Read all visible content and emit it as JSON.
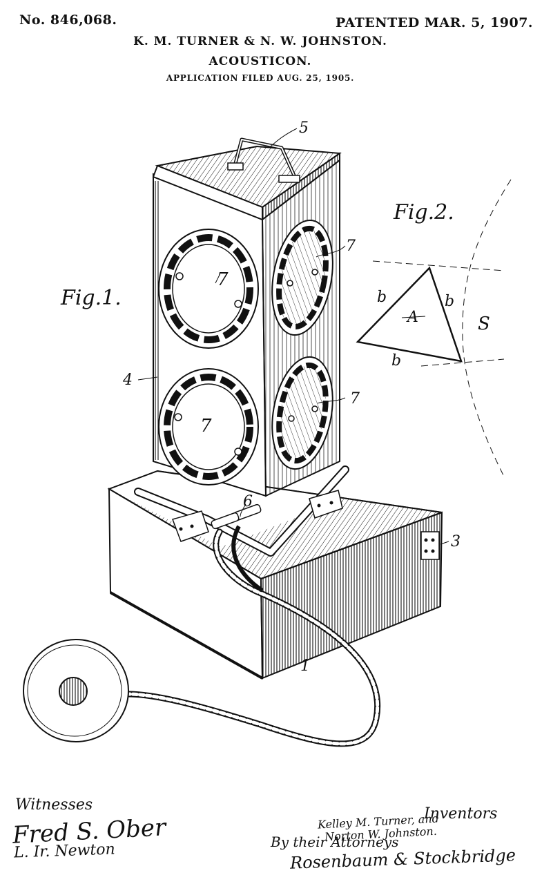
{
  "header": {
    "patent_number": "No. 846,068.",
    "patent_date": "PATENTED MAR. 5, 1907.",
    "inventors_line": "K. M. TURNER & N. W. JOHNSTON.",
    "invention_title": "ACOUSTICON.",
    "application_filed": "APPLICATION FILED AUG. 25, 1905."
  },
  "figures": {
    "fig1_label": "Fig.1.",
    "fig2_label": "Fig.2.",
    "fig1_refs": [
      "5",
      "7",
      "7",
      "4",
      "7",
      "7",
      "6",
      "3",
      "1"
    ],
    "fig2_refs": [
      "b",
      "b",
      "b",
      "A",
      "S"
    ]
  },
  "signatures": {
    "witnesses_heading": "Witnesses",
    "witness_1": "Fred S. Ober",
    "witness_2": "L. Ir. Newton",
    "inventors_heading": "Inventors",
    "inventor_names_1": "Kelley M. Turner, and",
    "inventor_names_2": "Norton W. Johnston.",
    "by_attorneys": "By their Attorneys",
    "attorneys": "Rosenbaum & Stockbridge"
  }
}
